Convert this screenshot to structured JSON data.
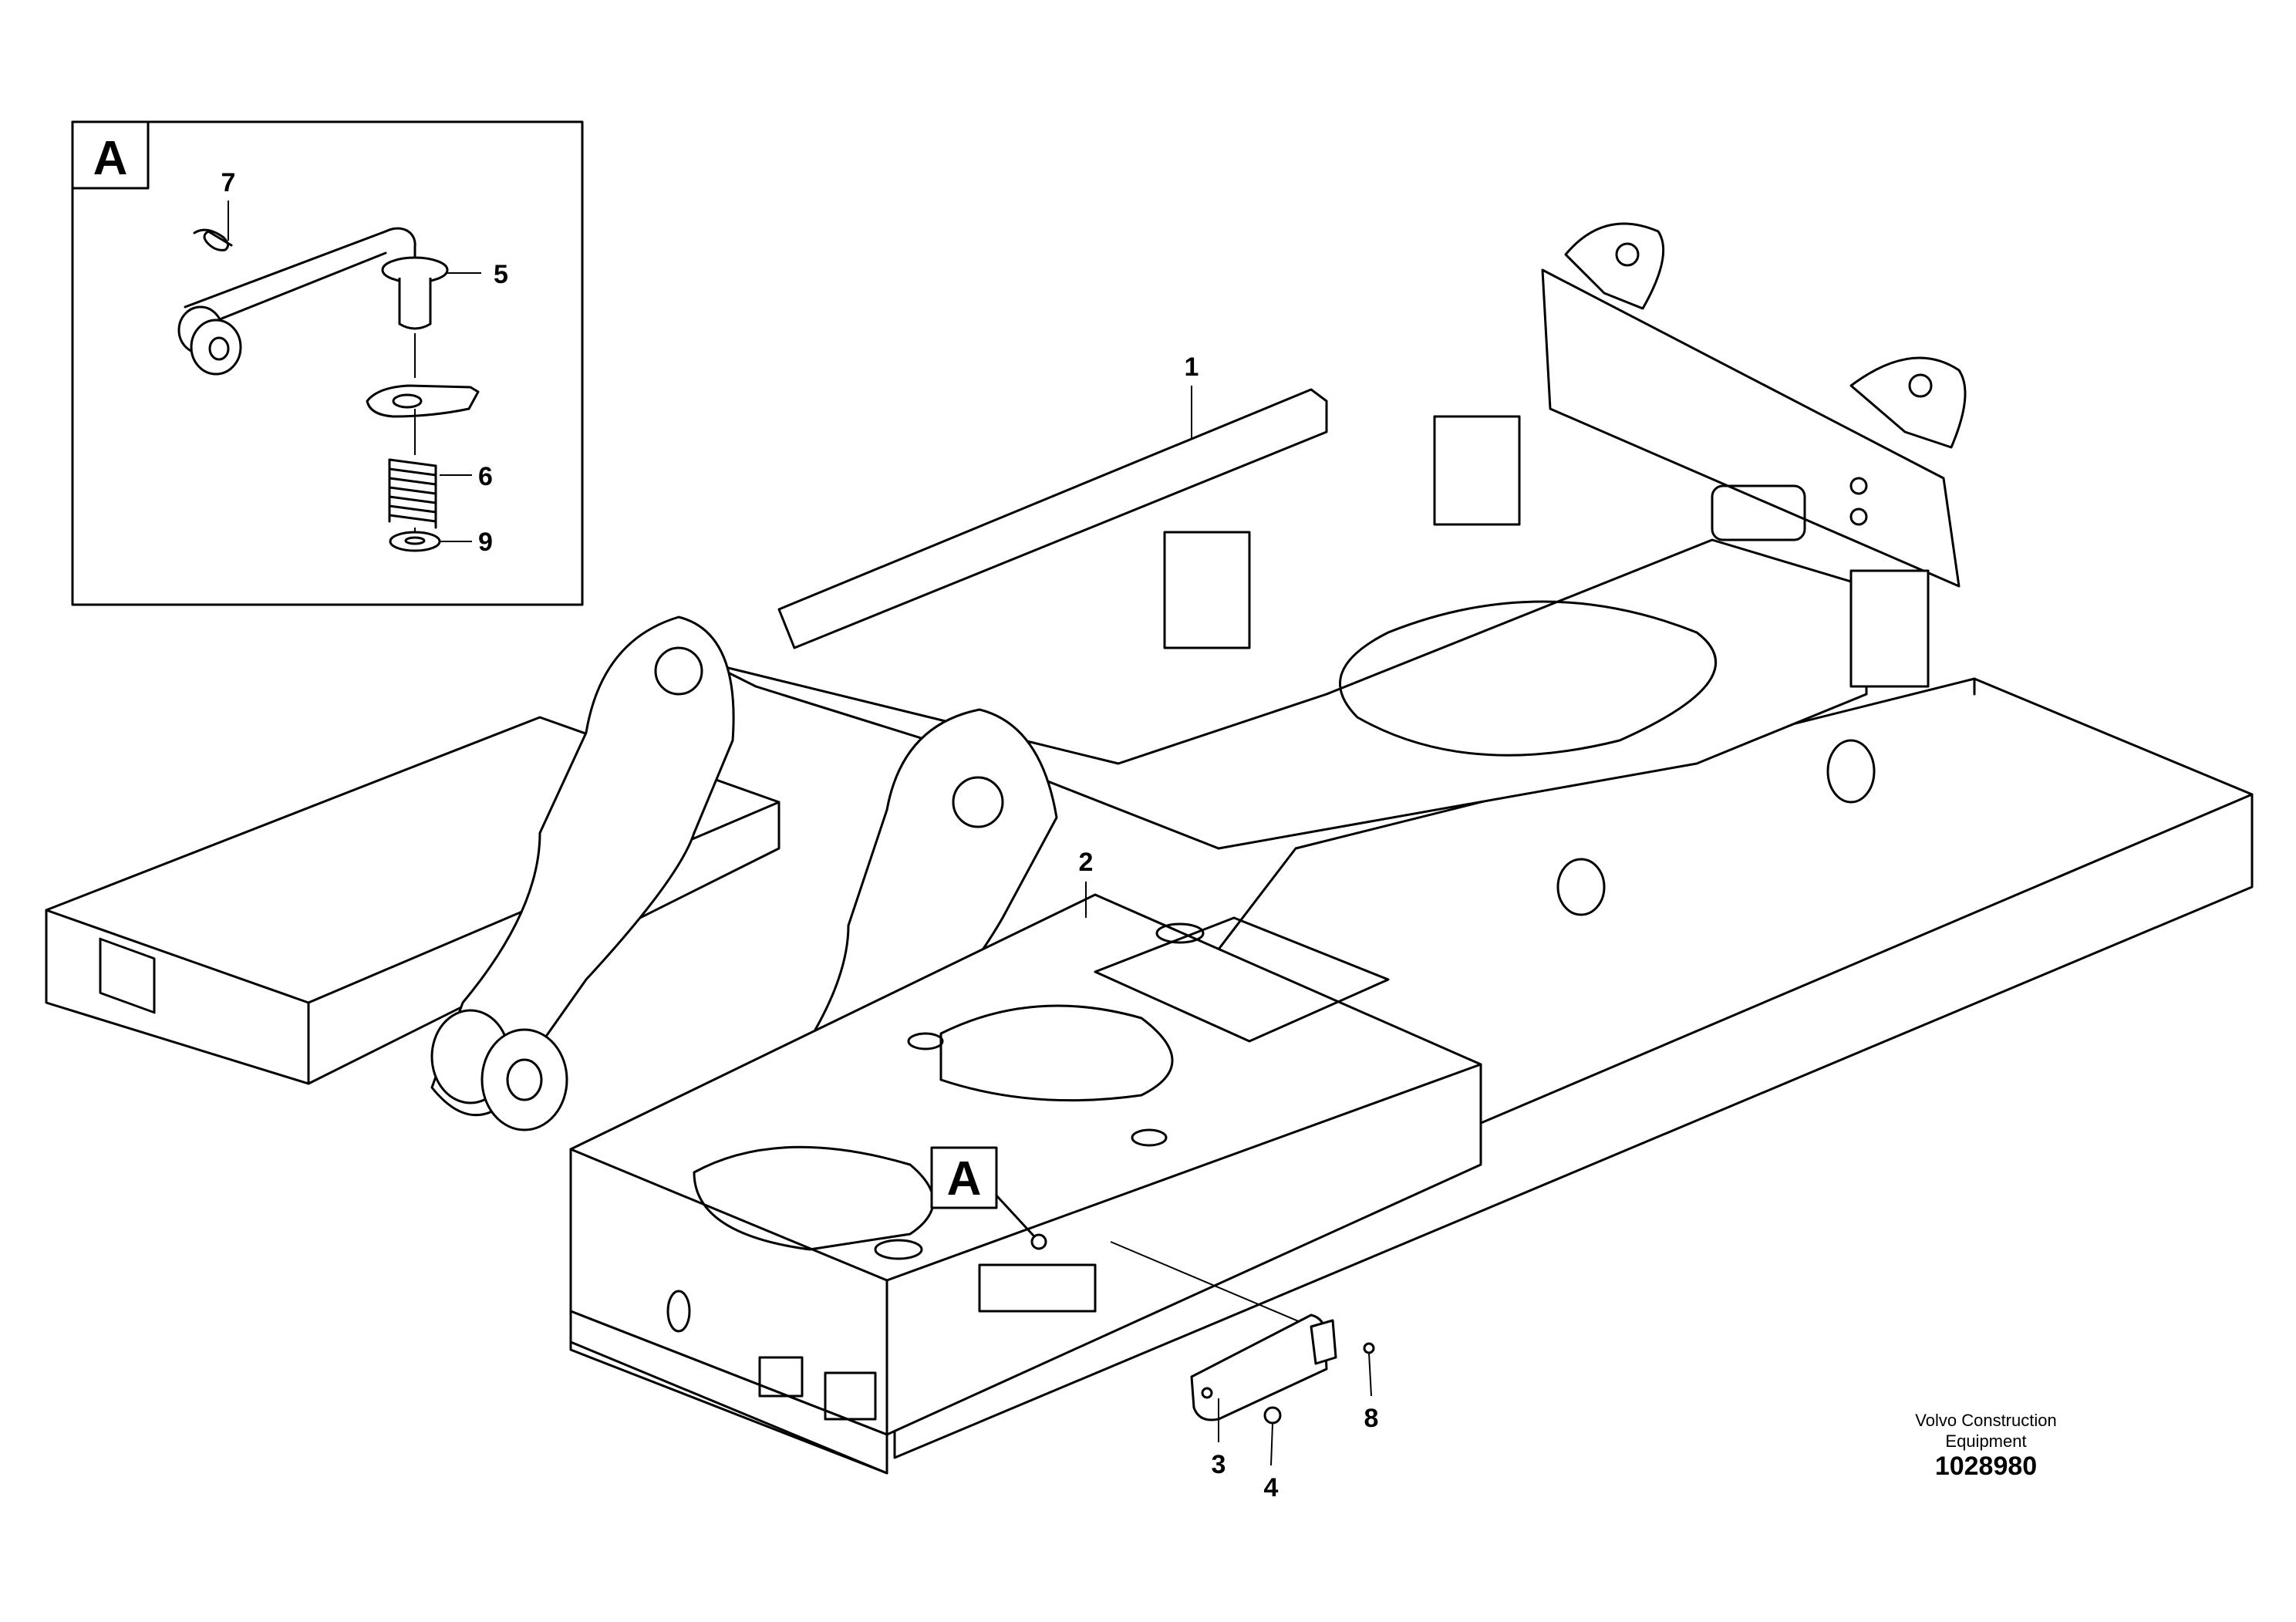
{
  "detail_view": {
    "label": "A"
  },
  "detail_reference": {
    "label": "A"
  },
  "callouts": {
    "c1": "1",
    "c2": "2",
    "c3": "3",
    "c4": "4",
    "c5": "5",
    "c6": "6",
    "c7": "7",
    "c8": "8",
    "c9": "9"
  },
  "credit": {
    "company": "Volvo Construction Equipment",
    "drawing_number": "1028980"
  }
}
